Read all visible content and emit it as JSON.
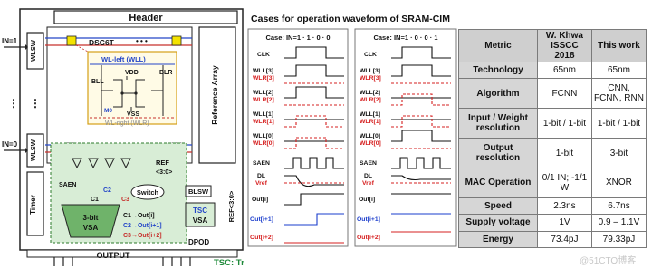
{
  "block": {
    "header": "Header",
    "in1": "IN=1",
    "in0": "IN=0",
    "wlsw": "WLSW",
    "dsc6t": "DSC6T",
    "dots": "• • •",
    "wl_left": "WL-left (WLL)",
    "wl_right": "WL-right (WLR)",
    "vdd": "VDD",
    "vss": "VSS",
    "bll": "BLL",
    "blr": "BLR",
    "m0": "M0",
    "ref_array": "Reference Array",
    "saen": "SAEN",
    "ref": "REF",
    "ref_idx": "<3:0>",
    "c1": "C1",
    "c2": "C2",
    "c3": "C3",
    "switch": "Switch",
    "vsa_title": "3-bit",
    "vsa": "VSA",
    "out_i": "C1→Out[i]",
    "out_i1": "C2→Out[i+1]",
    "out_i2": "C3→Out[i+2]",
    "blsw": "BLSW",
    "tsc": "TSC",
    "vsa2": "VSA",
    "timer": "Timer",
    "ref3": "REF<3:0>",
    "dpod": "DPOD",
    "output": "OUTPUT",
    "tsc_caption": "TSC: Triple Sensing Controller"
  },
  "waveform": {
    "title": "Cases for operation waveform of SRAM-CIM",
    "case1": "Case: IN=1 · 1 · 0 · 0",
    "case2": "Case: IN=1 · 0 · 0 · 1",
    "labels": [
      {
        "wll": "WLL[3]",
        "wlr": "WLR[3]"
      },
      {
        "wll": "WLL[2]",
        "wlr": "WLR[2]"
      },
      {
        "wll": "WLL[1]",
        "wlr": "WLR[1]"
      },
      {
        "wll": "WLL[0]",
        "wlr": "WLR[0]"
      }
    ],
    "clk": "CLK",
    "saen": "SAEN",
    "dl": "DL",
    "vref": "Vref",
    "out_i": "Out[i]",
    "out_i1": "Out[i+1]",
    "out_i2": "Out[i+2]",
    "colors": {
      "black": "#111111",
      "red": "#d62020",
      "blue": "#1a3ccc"
    }
  },
  "table": {
    "headers": [
      "Metric",
      "W. Khwa ISSCC 2018",
      "This work"
    ],
    "rows": [
      [
        "Technology",
        "65nm",
        "65nm"
      ],
      [
        "Algorithm",
        "FCNN",
        "CNN, FCNN, RNN"
      ],
      [
        "Input / Weight resolution",
        "1-bit / 1-bit",
        "1-bit / 1-bit"
      ],
      [
        "Output resolution",
        "1-bit",
        "3-bit"
      ],
      [
        "MAC Operation",
        "0/1 IN; -1/1 W",
        "XNOR"
      ],
      [
        "Speed",
        "2.3ns",
        "6.7ns"
      ],
      [
        "Supply voltage",
        "1V",
        "0.9 – 1.1V"
      ],
      [
        "Energy",
        "73.4pJ",
        "79.33pJ"
      ]
    ]
  },
  "watermark": "@51CTO博客",
  "colors": {
    "vsa_fill": "#6fb36a",
    "cell_yellow": "#f4e200",
    "sense_bg": "#d8edd6",
    "caption_green": "#1f8a3a",
    "wl_blue": "#2446c8",
    "wl_red": "#c7302c"
  }
}
